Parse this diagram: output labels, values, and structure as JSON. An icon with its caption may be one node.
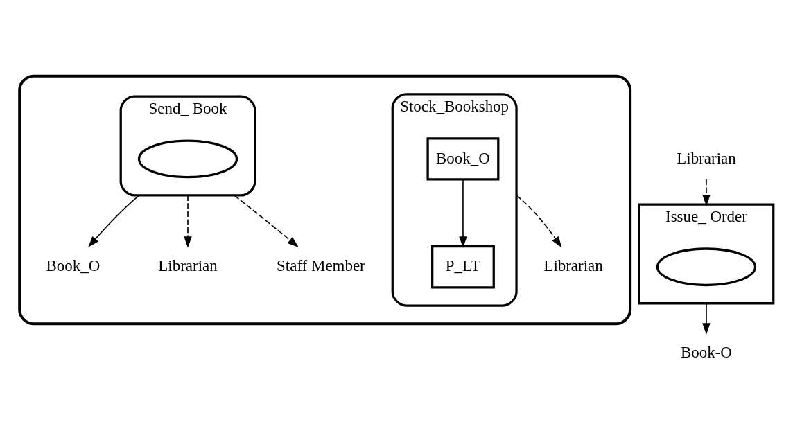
{
  "diagram": {
    "nodes": [
      {
        "text": [],
        "shape": "parallelogram"
      },
      {
        "text": [
          "Stock_Bookshop"
        ],
        "in": 0
      },
      {
        "text": [
          "Book_O"
        ],
        "in": 1
      },
      {
        "text": [
          "P_LT"
        ],
        "in": 1
      },
      {
        "text": [
          "Librarian"
        ],
        "in": 0
      },
      {
        "text": [
          "Send_ Book"
        ],
        "in": 0
      },
      {
        "text": [],
        "shape": "ellipse",
        "in": 5
      },
      {
        "text": [
          "Book_O"
        ],
        "in": 0
      },
      {
        "text": [
          "Librarian"
        ],
        "in": 0
      },
      {
        "text": [
          "Staff Member"
        ],
        "in": 0
      },
      {
        "text": [
          "Issue_ Order"
        ]
      },
      {
        "text": [],
        "shape": "ellipse",
        "in": 10
      },
      {
        "text": [
          "Book-O"
        ]
      },
      {
        "text": [
          "Librarian"
        ]
      }
    ],
    "edges": [
      {
        "from": 2,
        "to": 3,
        "arrow": "to"
      },
      {
        "from": 1,
        "to": 4,
        "arrow": "to",
        "style": "dashed"
      },
      {
        "from": 5,
        "to": 7,
        "arrow": "to"
      },
      {
        "from": 5,
        "to": 8,
        "arrow": "to",
        "style": "dashed"
      },
      {
        "from": 5,
        "to": 9,
        "arrow": "to",
        "style": "dashed"
      },
      {
        "from": 10,
        "to": 12,
        "arrow": "to"
      },
      {
        "from": 13,
        "to": 10,
        "arrow": "to",
        "style": "dashed"
      }
    ]
  }
}
